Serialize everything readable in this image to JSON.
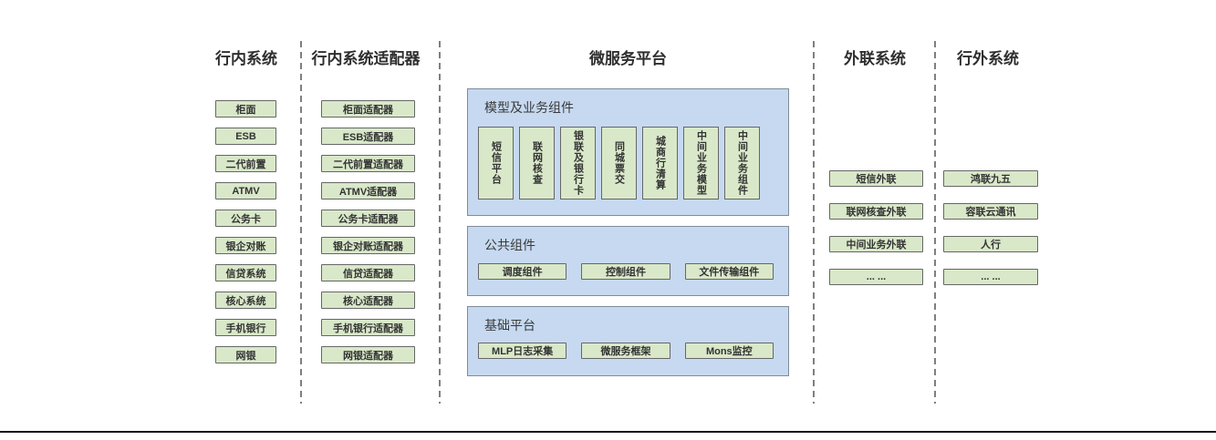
{
  "colors": {
    "box_fill": "#d9e8c9",
    "box_border": "#666666",
    "panel_fill": "#c6d9f0",
    "panel_border": "#7f8c9b",
    "separator": "#7f7f7f",
    "bottom_rule": "#111111",
    "text": "#333333"
  },
  "columns": [
    {
      "id": "internal-systems",
      "title": "行内系统",
      "boxes": [
        "柜面",
        "ESB",
        "二代前置",
        "ATMV",
        "公务卡",
        "银企对账",
        "信贷系统",
        "核心系统",
        "手机银行",
        "网银"
      ]
    },
    {
      "id": "internal-adapters",
      "title": "行内系统适配器",
      "boxes": [
        "柜面适配器",
        "ESB适配器",
        "二代前置适配器",
        "ATMV适配器",
        "公务卡适配器",
        "银企对账适配器",
        "信贷适配器",
        "核心适配器",
        "手机银行适配器",
        "网银适配器"
      ]
    },
    {
      "id": "outreach-systems",
      "title": "外联系统",
      "boxes": [
        "短信外联",
        "联网核查外联",
        "中间业务外联",
        "... ..."
      ]
    },
    {
      "id": "external-systems",
      "title": "行外系统",
      "boxes": [
        "鸿联九五",
        "容联云通讯",
        "人行",
        "... ..."
      ]
    }
  ],
  "platform": {
    "title": "微服务平台",
    "panels": [
      {
        "id": "model-business-components",
        "label": "模型及业务组件",
        "orientation": "vertical",
        "boxes": [
          "短信平台",
          "联网核查",
          "银联及银行卡",
          "同城票交",
          "城商行清算",
          "中间业务模型",
          "中间业务组件"
        ]
      },
      {
        "id": "common-components",
        "label": "公共组件",
        "orientation": "horizontal",
        "boxes": [
          "调度组件",
          "控制组件",
          "文件传输组件"
        ]
      },
      {
        "id": "base-platform",
        "label": "基础平台",
        "orientation": "horizontal",
        "boxes": [
          "MLP日志采集",
          "微服务框架",
          "Mons监控"
        ]
      }
    ]
  }
}
